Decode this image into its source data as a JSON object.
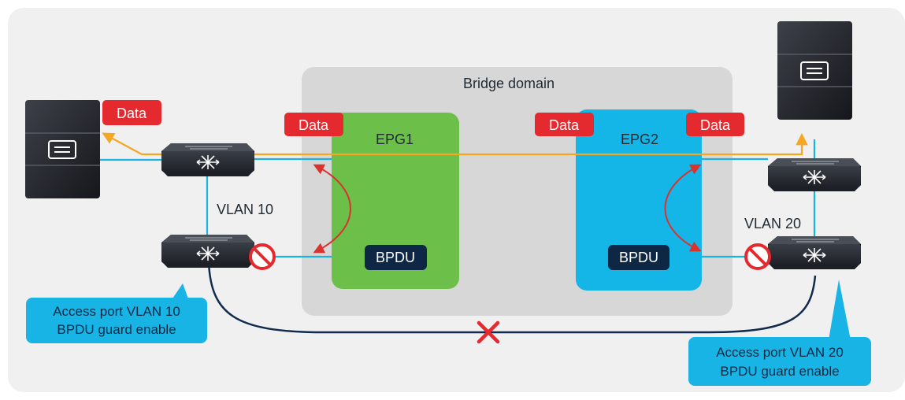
{
  "bridge_domain": {
    "label": "Bridge domain"
  },
  "epgs": [
    {
      "label": "EPG1",
      "color": "#6cc04a"
    },
    {
      "label": "EPG2",
      "color": "#14b6e8"
    }
  ],
  "bpdu_label": "BPDU",
  "data_label": "Data",
  "vlan_labels": {
    "left": "VLAN 10",
    "right": "VLAN 20"
  },
  "callouts": {
    "left": {
      "line1": "Access port VLAN 10",
      "line2": "BPDU guard enable"
    },
    "right": {
      "line1": "Access port VLAN 20",
      "line2": "BPDU guard enable"
    }
  },
  "colors": {
    "data_badge": "#e42a2e",
    "bpdu_badge": "#0d2744",
    "traffic_line": "#f5a623",
    "link_line": "#1bb3df",
    "bpdu_arrow": "#d8332e",
    "loop_line": "#112a4d",
    "block_icon": "#e42a2e",
    "callout": "#18b4e6",
    "bridge_domain": "#d7d7d7"
  },
  "icons": [
    "server-icon",
    "switch-icon",
    "blocked-icon",
    "x-mark-icon"
  ]
}
